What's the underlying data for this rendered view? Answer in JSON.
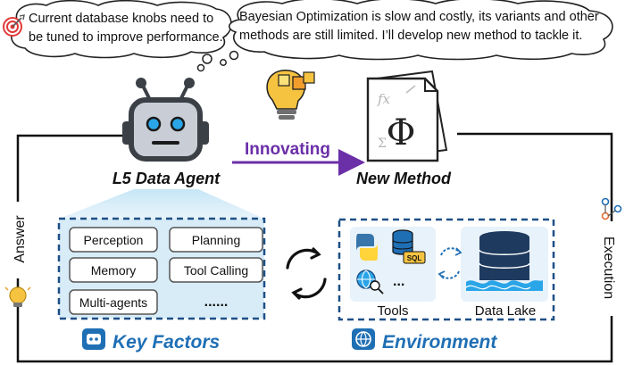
{
  "thoughts": {
    "left": [
      "Current database knobs need to",
      "be tuned to improve performance."
    ],
    "right": [
      "Bayesian Optimization is slow and costly, its variants and other",
      "methods are still limited. I’ll develop new method to tackle it."
    ]
  },
  "agent": {
    "title": "L5 Data Agent"
  },
  "process": {
    "label": "Innovating",
    "color": "#6b2fa8"
  },
  "method": {
    "title": "New Method"
  },
  "loop": {
    "left_label": "Answer",
    "right_label": "Execution"
  },
  "key_factors": {
    "title": "Key Factors",
    "items": [
      "Perception",
      "Planning",
      "Memory",
      "Tool Calling",
      "Multi-agents",
      "......"
    ]
  },
  "environment": {
    "title": "Environment",
    "tools_label": "Tools",
    "lake_label": "Data Lake",
    "sql_label": "SQL",
    "more": "..."
  },
  "colors": {
    "accent_blue": "#1f6fb5",
    "panel_blue": "#d8ecf8",
    "dashed_border": "#1d4f86",
    "robot_gray": "#3b3f46"
  },
  "icons": [
    "target-icon",
    "robot-icon",
    "lightbulb-puzzle-icon",
    "document-formula-icon",
    "cycle-arrows-icon",
    "python-icon",
    "database-icon",
    "globe-search-icon",
    "data-lake-icon",
    "bulb-icon",
    "workflow-icon",
    "globe-icon"
  ]
}
